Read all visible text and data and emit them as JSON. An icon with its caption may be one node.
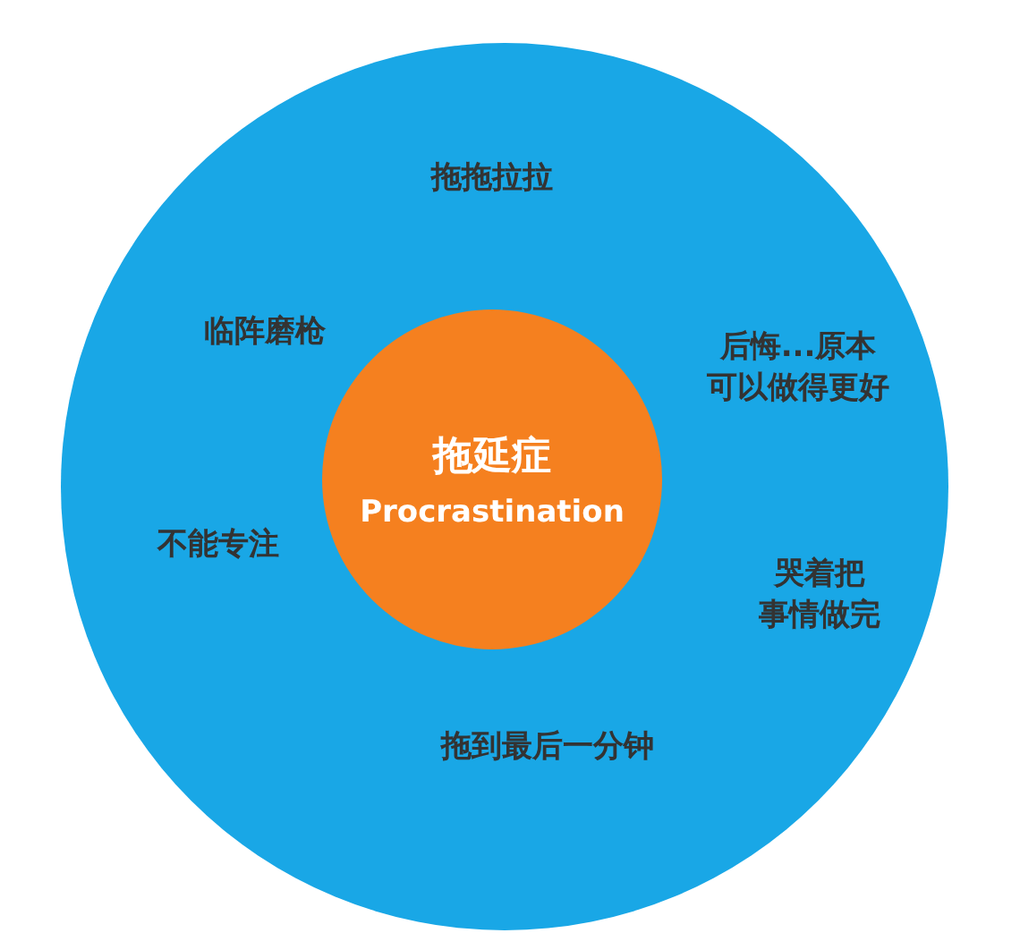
{
  "diagram": {
    "nodes": [
      {
        "text": [
          "拖拖拉拉",
          "临阵磨枪",
          "后悔...原本可以做得更好",
          "不能专注",
          "哭着把事情做完",
          "拖到最后一分钟"
        ]
      },
      {
        "text": [
          "拖延症",
          "Procrastination"
        ],
        "in": 0
      }
    ]
  }
}
